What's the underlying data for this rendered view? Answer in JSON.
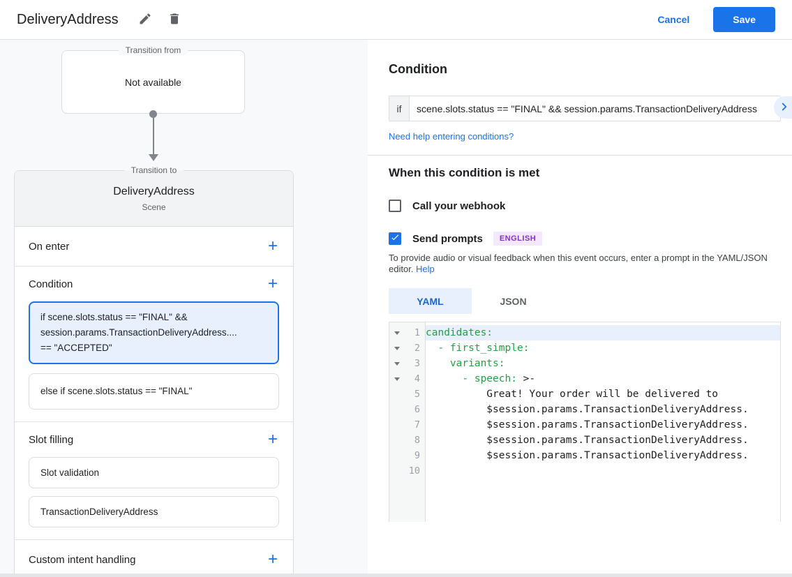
{
  "header": {
    "title": "DeliveryAddress",
    "cancel_label": "Cancel",
    "save_label": "Save"
  },
  "flow": {
    "transition_from_label": "Transition from",
    "transition_from_value": "Not available",
    "transition_to_label": "Transition to",
    "scene_name": "DeliveryAddress",
    "scene_type": "Scene"
  },
  "scene_card": {
    "on_enter_label": "On enter",
    "condition_label": "Condition",
    "condition_cards": [
      {
        "text": "if scene.slots.status == \"FINAL\" &&\nsession.params.TransactionDeliveryAddress....\n== \"ACCEPTED\""
      },
      {
        "text": "else if scene.slots.status == \"FINAL\""
      }
    ],
    "slot_filling_label": "Slot filling",
    "slot_cards": [
      {
        "text": "Slot validation"
      },
      {
        "text": "TransactionDeliveryAddress"
      }
    ],
    "custom_intent_label": "Custom intent handling"
  },
  "condition_panel": {
    "title": "Condition",
    "if_label": "if",
    "if_value": "scene.slots.status == \"FINAL\" && session.params.TransactionDeliveryAddress",
    "help_link": "Need help entering conditions?"
  },
  "when_met": {
    "title": "When this condition is met",
    "webhook_label": "Call your webhook",
    "send_prompts_label": "Send prompts",
    "language_badge": "ENGLISH",
    "description": "To provide audio or visual feedback when this event occurs, enter a prompt in the YAML/JSON editor. ",
    "help_label": "Help",
    "yaml_tab": "YAML",
    "json_tab": "JSON"
  },
  "editor": {
    "lines": [
      {
        "n": "1",
        "key": "candidates:",
        "rest": ""
      },
      {
        "n": "2",
        "key": "  - first_simple:",
        "rest": ""
      },
      {
        "n": "3",
        "key": "    variants:",
        "rest": ""
      },
      {
        "n": "4",
        "key": "      - speech:",
        "rest": " >-"
      },
      {
        "n": "5",
        "key": "",
        "rest": "          Great! Your order will be delivered to"
      },
      {
        "n": "6",
        "key": "",
        "rest": "          $session.params.TransactionDeliveryAddress."
      },
      {
        "n": "7",
        "key": "",
        "rest": "          $session.params.TransactionDeliveryAddress."
      },
      {
        "n": "8",
        "key": "",
        "rest": "          $session.params.TransactionDeliveryAddress."
      },
      {
        "n": "9",
        "key": "",
        "rest": "          $session.params.TransactionDeliveryAddress."
      },
      {
        "n": "10",
        "key": "",
        "rest": ""
      }
    ]
  },
  "icons": {
    "add": "+"
  },
  "colors": {
    "accent": "#1a73e8",
    "selected_card_bg": "#e8f0fe",
    "badge_text": "#8430ce",
    "badge_bg": "#f4e8fd",
    "code_key_green": "#23a042",
    "panel_gray": "#f8f9fa",
    "header_gray": "#f1f3f4"
  }
}
